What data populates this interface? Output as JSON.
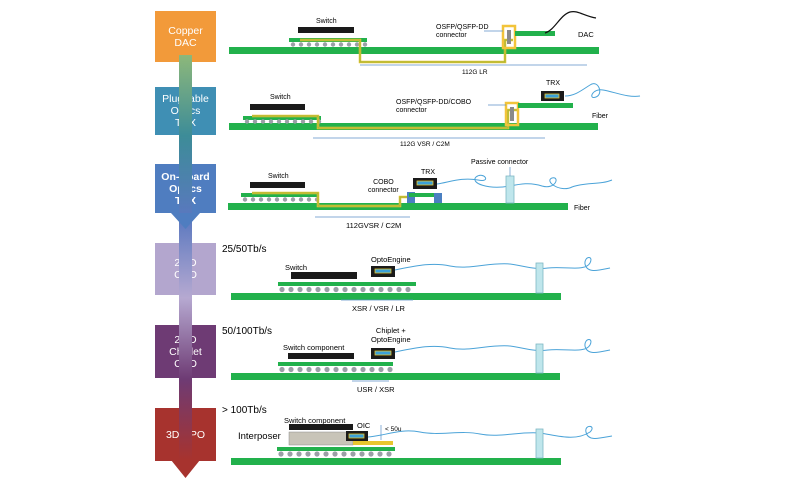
{
  "stages": [
    {
      "label": "Copper\nDAC",
      "color": "#F29A3A"
    },
    {
      "label": "Pluggable\nOptics\nTRX",
      "color": "#3F8FB4"
    },
    {
      "label": "On-Board\nOptics\nTRX",
      "color": "#4F7DC0"
    },
    {
      "label": "2.5D\nCPO",
      "color": "#B3A6CE"
    },
    {
      "label": "2.5D\nChiplet\nCPO",
      "color": "#6E3B74"
    },
    {
      "label": "3D CPO",
      "color": "#A7332E"
    }
  ],
  "bandwidth_notes": [
    "25/50Tb/s",
    "50/100Tb/s",
    "> 100Tb/s"
  ],
  "row1": {
    "switch": "Switch",
    "connector": "OSFP/QSFP-DD\nconnector",
    "cable": "DAC",
    "reach": "112G LR"
  },
  "row2": {
    "switch": "Switch",
    "connector": "OSFP/QSFP-DD/COBO\nconnector",
    "trx": "TRX",
    "fiber": "Fiber",
    "reach": "112G VSR / C2M"
  },
  "row3": {
    "switch": "Switch",
    "connector": "COBO\nconnector",
    "trx": "TRX",
    "passive": "Passive connector",
    "fiber": "Fiber",
    "reach": "112GVSR / C2M"
  },
  "row4": {
    "switch": "Switch",
    "engine": "OptoEngine",
    "reach": "XSR / VSR / LR"
  },
  "row5": {
    "switch": "Switch component",
    "engine": "Chiplet +\nOptoEngine",
    "reach": "USR / XSR"
  },
  "row6": {
    "switch": "Switch component",
    "oic": "OIC",
    "interposer": "Interposer",
    "dim": "< 50u"
  }
}
